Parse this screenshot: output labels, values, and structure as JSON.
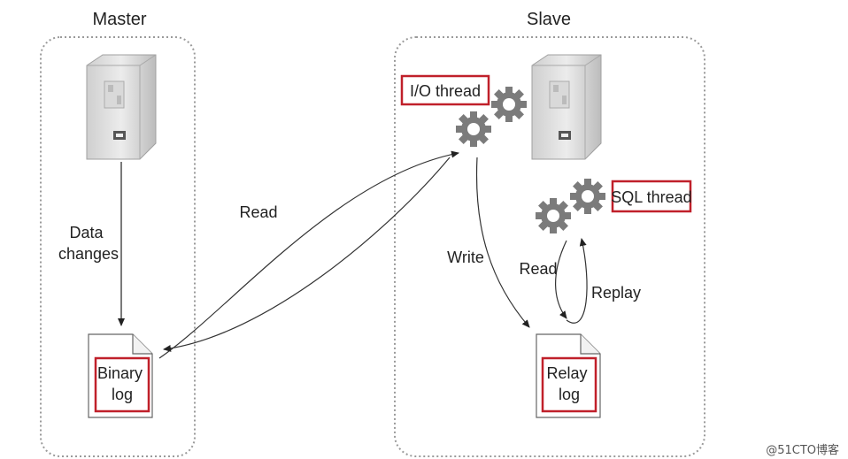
{
  "master": {
    "title": "Master",
    "edge_label": "Data\nchanges",
    "log_label": "Binary\nlog"
  },
  "slave": {
    "title": "Slave",
    "io_thread": "I/O thread",
    "sql_thread": "SQL thread",
    "log_label": "Relay\nlog",
    "write_label": "Write",
    "read_label": "Read",
    "replay_label": "Replay"
  },
  "link": {
    "read_label": "Read"
  },
  "watermark": "@51CTO博客",
  "colors": {
    "highlight": "#c0202a",
    "gear": "#7b7b7b",
    "border": "#9a9a9a"
  }
}
